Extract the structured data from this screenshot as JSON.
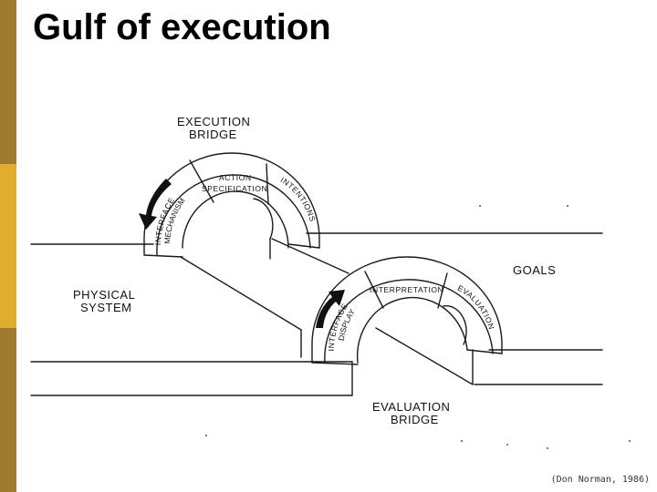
{
  "slide": {
    "title": "Gulf of execution",
    "citation": "(Don Norman, 1986)"
  },
  "diagram": {
    "execution_bridge": [
      "EXECUTION",
      "BRIDGE"
    ],
    "evaluation_bridge": [
      "EVALUATION",
      "BRIDGE"
    ],
    "physical_system": [
      "PHYSICAL",
      "SYSTEM"
    ],
    "goals": "GOALS",
    "action_specification": [
      "ACTION",
      "SPECIFICATION"
    ],
    "interface_mechanism": [
      "INTERFACE",
      "MECHANISM"
    ],
    "intentions": "INTENTIONS",
    "interpretation": "INTERPRETATION",
    "interface_display": [
      "INTERFACE",
      "DISPLAY"
    ],
    "evaluation": "EVALUATION"
  },
  "colors": {
    "sidebar_top": "#a07a2e",
    "sidebar_mid": "#e1ad2c",
    "sidebar_bottom": "#a07a2e",
    "line": "#1a1a1a"
  }
}
